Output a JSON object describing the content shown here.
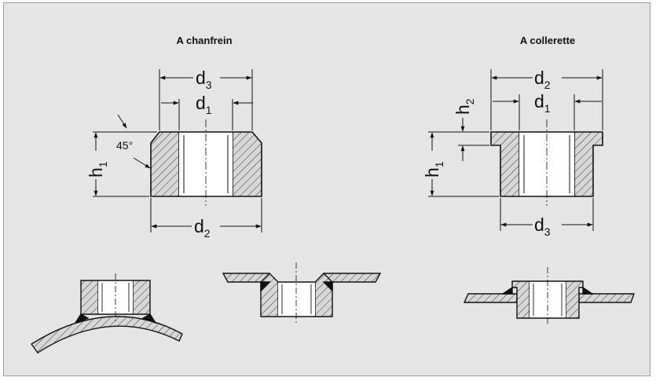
{
  "labels": {
    "title_left": "A chanfrein",
    "title_right": "A collerette",
    "angle": "45°",
    "dims": {
      "d1": {
        "base": "d",
        "sub": "1"
      },
      "d2": {
        "base": "d",
        "sub": "2"
      },
      "d3": {
        "base": "d",
        "sub": "3"
      },
      "h1": {
        "base": "h",
        "sub": "1"
      },
      "h2": {
        "base": "h",
        "sub": "2"
      }
    }
  },
  "colors": {
    "background": "#e5e5e6",
    "border": "#9e9fa3",
    "part_fill": "#d7d7d8",
    "bore_fill": "#ffffff",
    "line": "#111111",
    "weld": "#111111"
  }
}
